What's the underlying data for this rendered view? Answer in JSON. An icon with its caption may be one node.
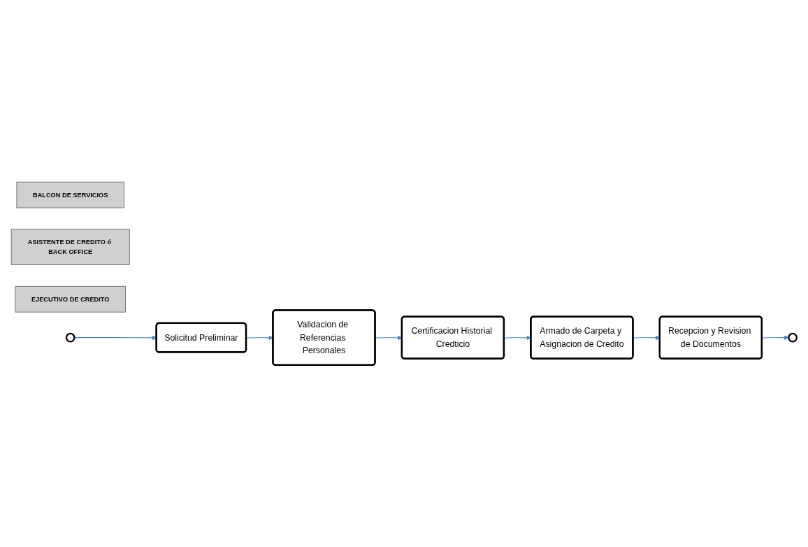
{
  "diagram": {
    "nodes": [
      {
        "text": [
          "BALCON DE SERVICIOS"
        ]
      },
      {
        "text": [
          "ASISTENTE DE CREDITO ó BACK OFFICE"
        ]
      },
      {
        "text": [
          "EJECUTIVO DE CREDITO"
        ]
      },
      {
        "text": [],
        "shape": "circle"
      },
      {
        "text": [
          "Solicitud Preliminar"
        ]
      },
      {
        "text": [
          "Validacion de Referencias Personales"
        ]
      },
      {
        "text": [
          "Certificacion Historial Credticio"
        ]
      },
      {
        "text": [
          "Armado de Carpeta y Asignacion de Credito"
        ]
      },
      {
        "text": [
          "Recepcion y Revision de Documentos"
        ]
      },
      {
        "text": [],
        "shape": "circle"
      }
    ],
    "edges": [
      {
        "from": 3,
        "to": 4,
        "arrow": "to"
      },
      {
        "from": 4,
        "to": 5,
        "arrow": "to"
      },
      {
        "from": 5,
        "to": 6,
        "arrow": "to"
      },
      {
        "from": 6,
        "to": 7,
        "arrow": "to"
      },
      {
        "from": 7,
        "to": 8,
        "arrow": "to"
      },
      {
        "from": 8,
        "to": 9,
        "arrow": "to"
      }
    ]
  }
}
